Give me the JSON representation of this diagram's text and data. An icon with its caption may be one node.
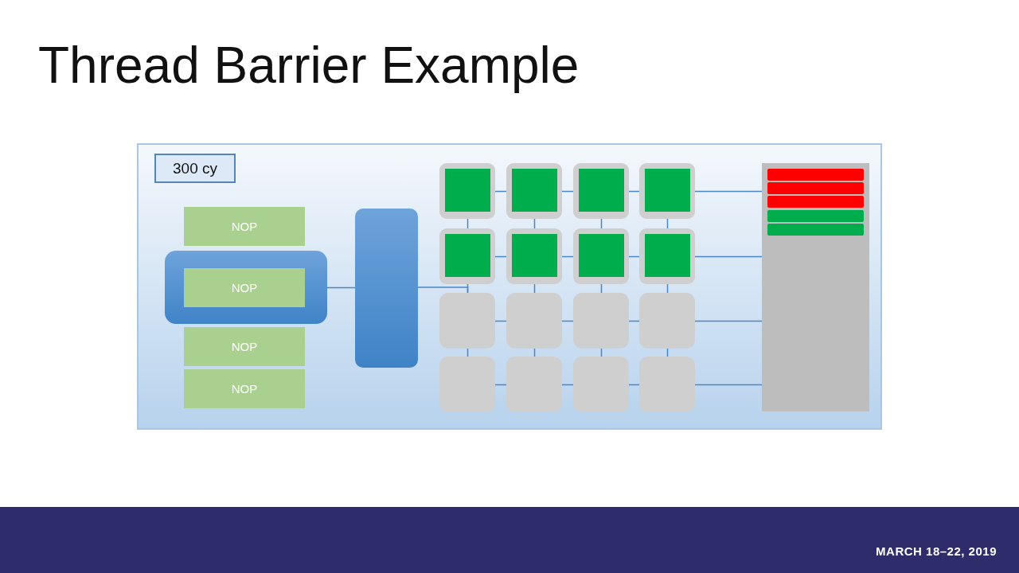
{
  "diagram": {
    "title": "Thread Barrier Example",
    "nodes": [
      {
        "text": [],
        "shape": "box"
      },
      {
        "text": [
          "300 cy"
        ],
        "in": 0
      },
      {
        "text": [
          "NOP"
        ],
        "in": 0
      },
      {
        "text": [],
        "shape": "box",
        "in": 0
      },
      {
        "text": [
          "NOP"
        ],
        "in": 3
      },
      {
        "text": [
          "NOP"
        ],
        "in": 0
      },
      {
        "text": [
          "NOP"
        ],
        "in": 0
      },
      {
        "text": [],
        "shape": "bar",
        "in": 0
      },
      {
        "text": [],
        "shape": "box",
        "in": 0
      },
      {
        "text": [],
        "shape": "box",
        "in": 0
      },
      {
        "text": [],
        "shape": "box",
        "in": 0
      },
      {
        "text": [],
        "shape": "box",
        "in": 0
      },
      {
        "text": [],
        "shape": "box",
        "in": 0
      },
      {
        "text": [],
        "shape": "box",
        "in": 0
      },
      {
        "text": [],
        "shape": "box",
        "in": 0
      },
      {
        "text": [],
        "shape": "box",
        "in": 0
      },
      {
        "text": [],
        "shape": "box",
        "in": 0
      },
      {
        "text": [],
        "shape": "box",
        "in": 0
      },
      {
        "text": [],
        "shape": "box",
        "in": 0
      },
      {
        "text": [],
        "shape": "box",
        "in": 0
      },
      {
        "text": [],
        "shape": "box",
        "in": 0
      },
      {
        "text": [],
        "shape": "box",
        "in": 0
      },
      {
        "text": [],
        "shape": "box",
        "in": 0
      },
      {
        "text": [],
        "shape": "box",
        "in": 0
      },
      {
        "text": [],
        "shape": "box",
        "in": 8
      },
      {
        "text": [],
        "shape": "box",
        "in": 9
      },
      {
        "text": [],
        "shape": "box",
        "in": 10
      },
      {
        "text": [],
        "shape": "box",
        "in": 11
      },
      {
        "text": [],
        "shape": "box",
        "in": 12
      },
      {
        "text": [],
        "shape": "box",
        "in": 13
      },
      {
        "text": [],
        "shape": "box",
        "in": 14
      },
      {
        "text": [],
        "shape": "box",
        "in": 15
      },
      {
        "text": [],
        "shape": "box",
        "in": 0
      },
      {
        "text": [],
        "shape": "bar",
        "in": 32
      },
      {
        "text": [],
        "shape": "bar",
        "in": 32
      },
      {
        "text": [],
        "shape": "bar",
        "in": 32
      },
      {
        "text": [],
        "shape": "bar",
        "in": 32
      },
      {
        "text": [],
        "shape": "bar",
        "in": 32
      }
    ],
    "edges": [
      {
        "from": 3,
        "to": 7,
        "arrow": "none"
      },
      {
        "from": 7,
        "to": 16,
        "arrow": "none"
      },
      {
        "from": 8,
        "to": 9,
        "arrow": "none"
      },
      {
        "from": 9,
        "to": 10,
        "arrow": "none"
      },
      {
        "from": 10,
        "to": 11,
        "arrow": "none"
      },
      {
        "from": 11,
        "to": 32,
        "arrow": "none"
      },
      {
        "from": 12,
        "to": 13,
        "arrow": "none"
      },
      {
        "from": 13,
        "to": 14,
        "arrow": "none"
      },
      {
        "from": 14,
        "to": 15,
        "arrow": "none"
      },
      {
        "from": 15,
        "to": 32,
        "arrow": "none"
      },
      {
        "from": 16,
        "to": 17,
        "arrow": "none"
      },
      {
        "from": 17,
        "to": 18,
        "arrow": "none"
      },
      {
        "from": 18,
        "to": 19,
        "arrow": "none"
      },
      {
        "from": 19,
        "to": 32,
        "arrow": "none"
      },
      {
        "from": 20,
        "to": 21,
        "arrow": "none"
      },
      {
        "from": 21,
        "to": 22,
        "arrow": "none"
      },
      {
        "from": 22,
        "to": 23,
        "arrow": "none"
      },
      {
        "from": 23,
        "to": 32,
        "arrow": "none"
      },
      {
        "from": 8,
        "to": 12,
        "arrow": "none"
      },
      {
        "from": 12,
        "to": 16,
        "arrow": "none"
      },
      {
        "from": 16,
        "to": 20,
        "arrow": "none"
      },
      {
        "from": 9,
        "to": 13,
        "arrow": "none"
      },
      {
        "from": 13,
        "to": 17,
        "arrow": "none"
      },
      {
        "from": 17,
        "to": 21,
        "arrow": "none"
      },
      {
        "from": 10,
        "to": 14,
        "arrow": "none"
      },
      {
        "from": 14,
        "to": 18,
        "arrow": "none"
      },
      {
        "from": 18,
        "to": 22,
        "arrow": "none"
      },
      {
        "from": 11,
        "to": 15,
        "arrow": "none"
      },
      {
        "from": 15,
        "to": 19,
        "arrow": "none"
      },
      {
        "from": 19,
        "to": 23,
        "arrow": "none"
      }
    ],
    "labels": [
      "MARCH 18–22, 2019"
    ]
  }
}
